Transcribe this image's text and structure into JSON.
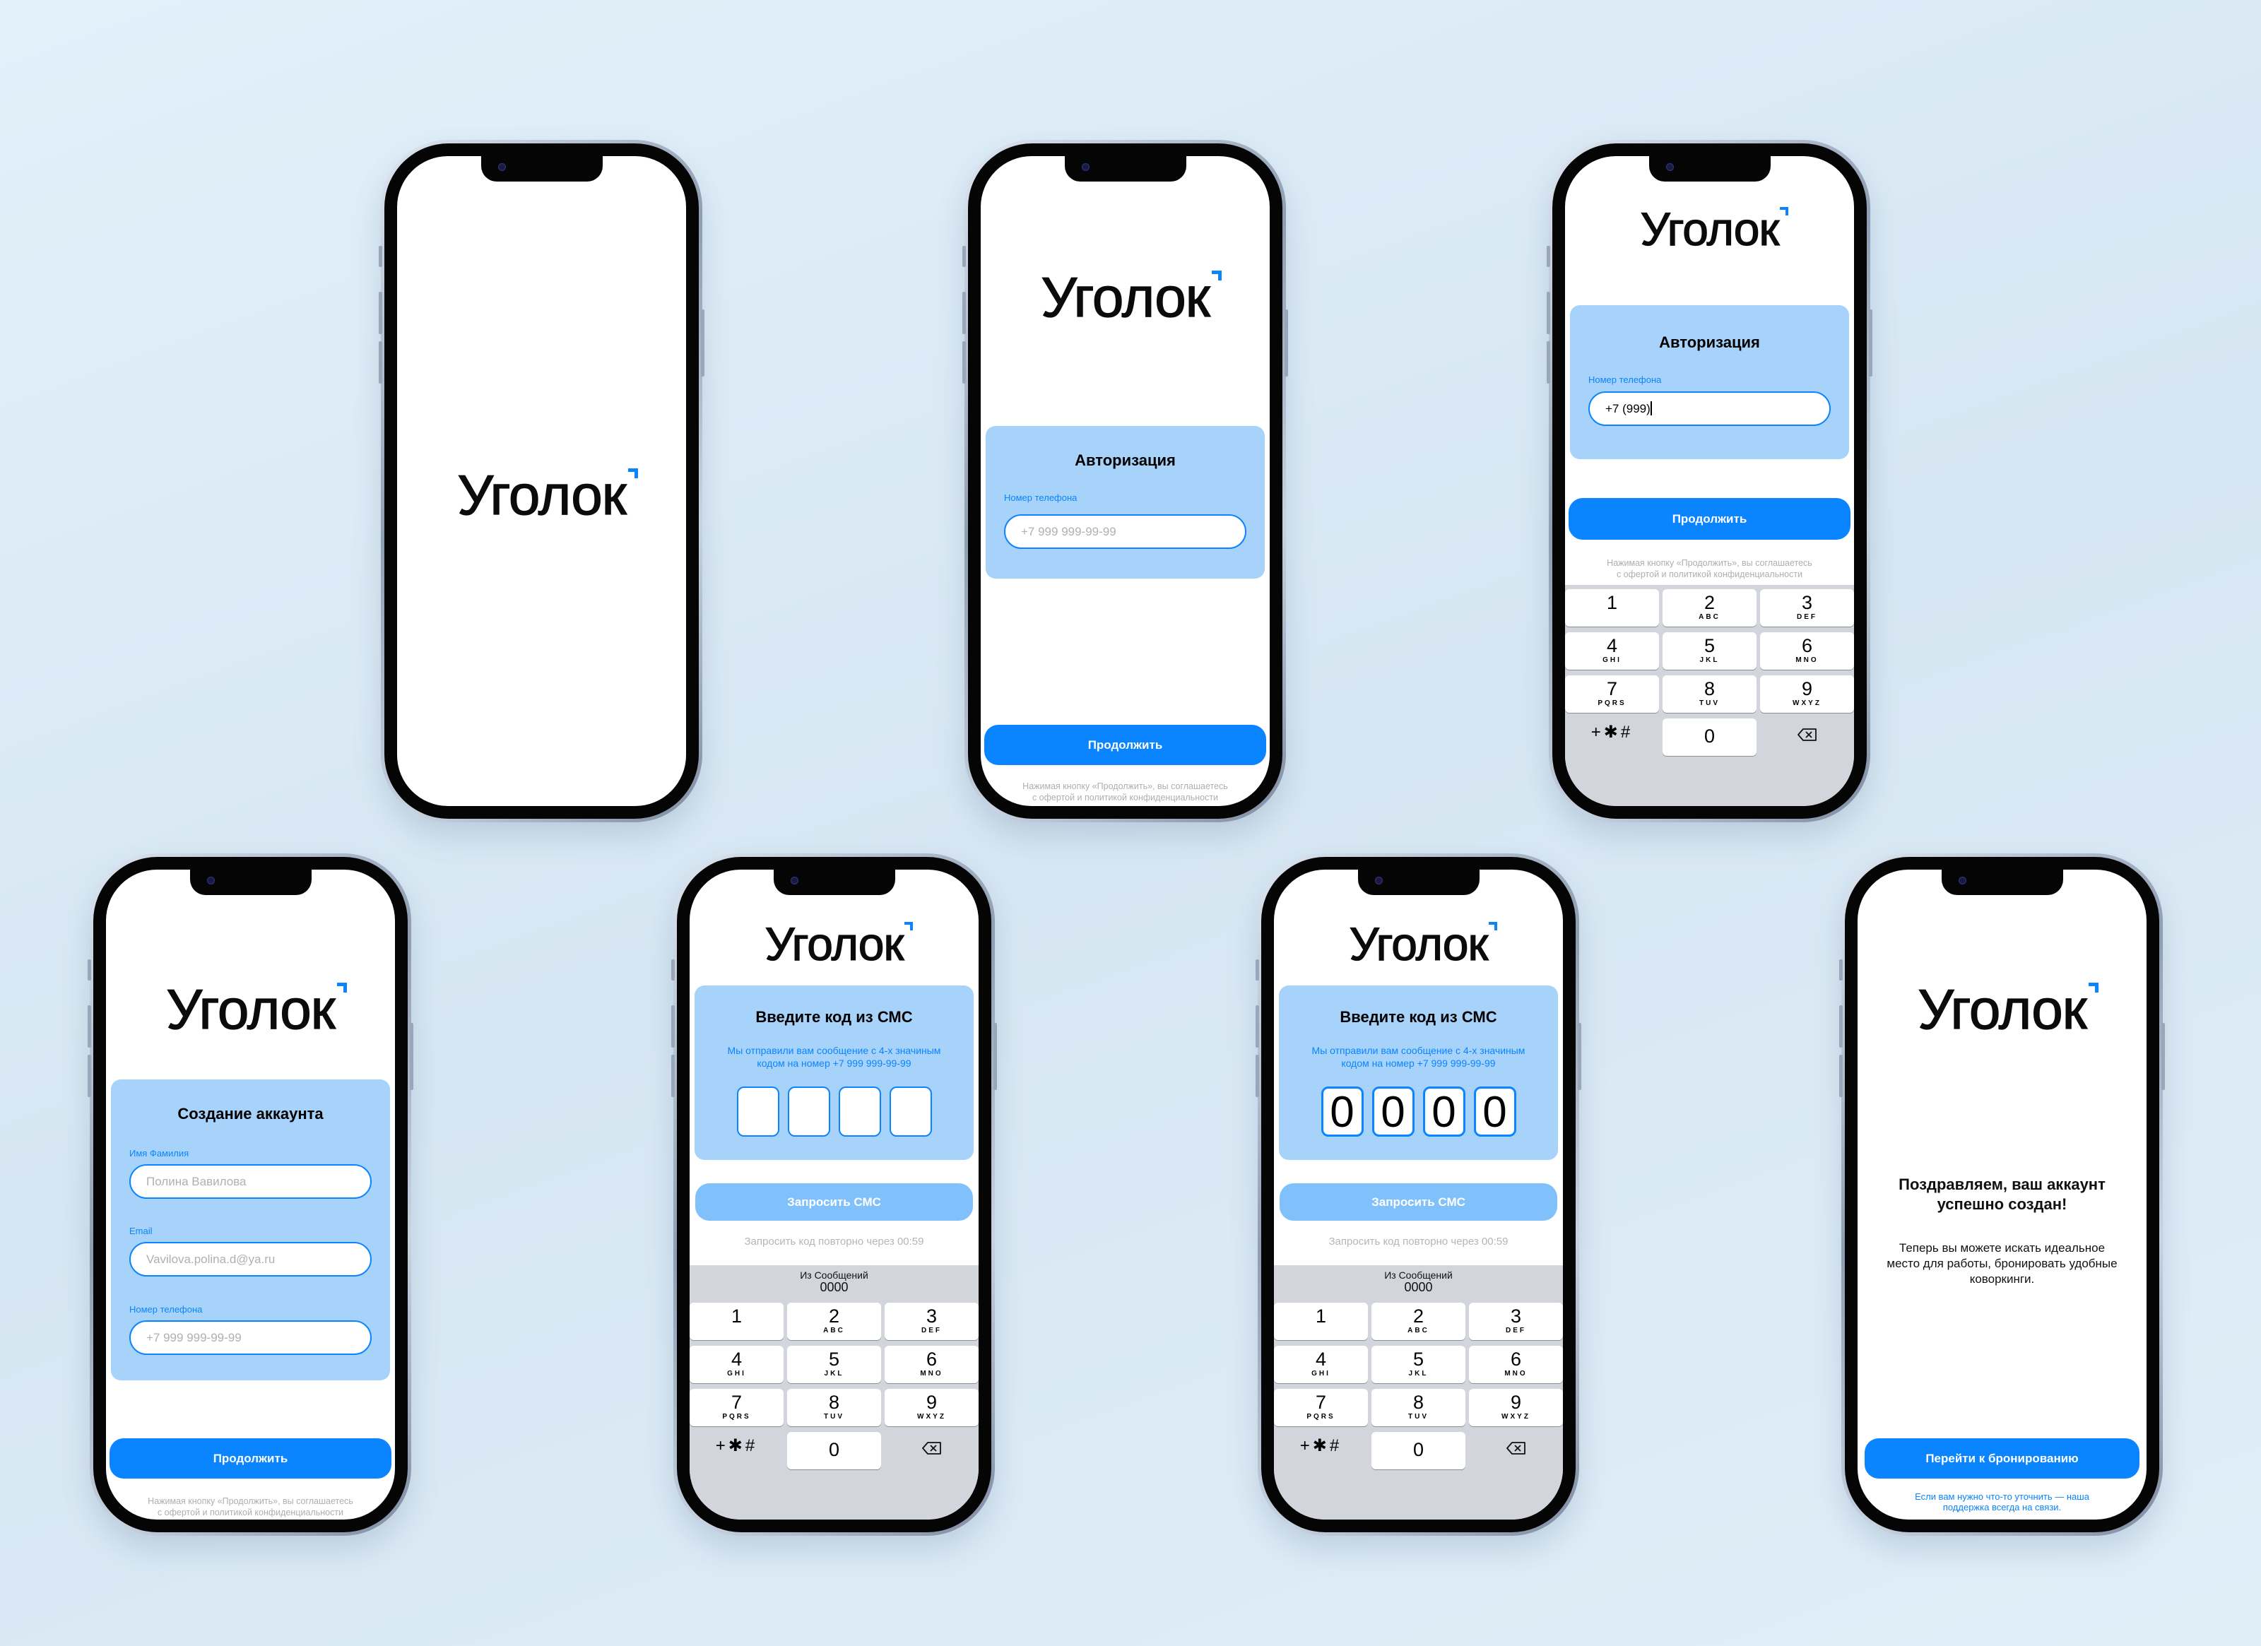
{
  "brand": {
    "logo_text": "Уголок",
    "accent": "#0a84ff",
    "card_color": "#a7d3fb"
  },
  "common": {
    "continue_label": "Продолжить",
    "disclaimer_line1": "Нажимая кнопку «Продолжить», вы соглашаетесь",
    "disclaimer_line2": "с офертой и политикой конфиденциальности",
    "phone_label": "Номер телефона",
    "phone_placeholder": "+7 999 999-99-99"
  },
  "auth": {
    "title": "Авторизация"
  },
  "auth_typing": {
    "phone_value": "+7 (999)"
  },
  "signup": {
    "title": "Создание аккаунта",
    "name_label": "Имя Фамилия",
    "name_placeholder": "Полина Вавилова",
    "email_label": "Email",
    "email_placeholder": "Vavilova.polina.d@ya.ru"
  },
  "sms": {
    "title": "Введите код из СМС",
    "subtitle_line1": "Мы отправили вам сообщение с 4-х значиным",
    "subtitle_line2": "кодом на номер +7 999 999-99-99",
    "resend_button": "Запросить СМС",
    "timer": "Запросить код повторно через 00:59",
    "suggestion_source": "Из Сообщений",
    "suggestion_code": "0000",
    "filled_digits": [
      "0",
      "0",
      "0",
      "0"
    ]
  },
  "success": {
    "title_line1": "Поздравляем, ваш аккаунт",
    "title_line2": "успешно создан!",
    "body_line1": "Теперь вы можете искать идеальное",
    "body_line2": "место для работы, бронировать удобные",
    "body_line3": "коворкинги.",
    "cta": "Перейти к бронированию",
    "support_line1": "Если вам нужно что-то уточнить — наша",
    "support_line2": "поддержка всегда на связи."
  },
  "keypad": {
    "keys": [
      {
        "digit": "1",
        "letters": ""
      },
      {
        "digit": "2",
        "letters": "ABC"
      },
      {
        "digit": "3",
        "letters": "DEF"
      },
      {
        "digit": "4",
        "letters": "GHI"
      },
      {
        "digit": "5",
        "letters": "JKL"
      },
      {
        "digit": "6",
        "letters": "MNO"
      },
      {
        "digit": "7",
        "letters": "PQRS"
      },
      {
        "digit": "8",
        "letters": "TUV"
      },
      {
        "digit": "9",
        "letters": "WXYZ"
      }
    ],
    "symbols": "+✱#",
    "zero": "0"
  }
}
